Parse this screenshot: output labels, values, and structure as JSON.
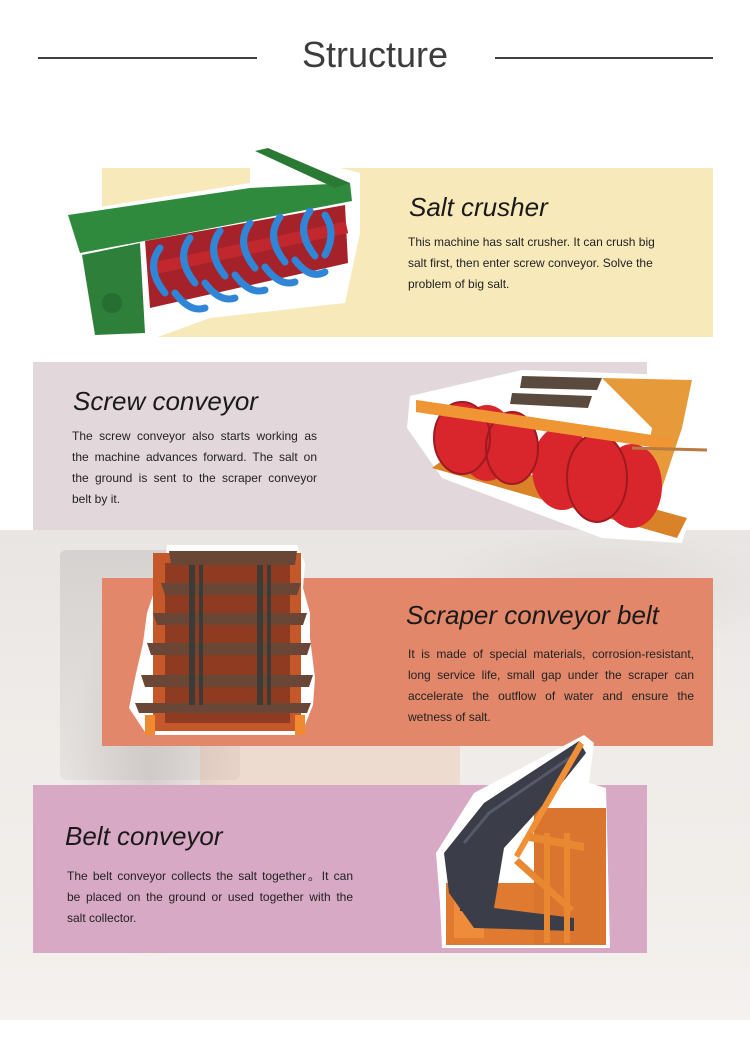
{
  "header": {
    "title": "Structure"
  },
  "sections": [
    {
      "title": "Salt crusher",
      "description": "This machine has salt crusher. It can crush big salt first, then enter screw conveyor. Solve the problem of big salt.",
      "image": "salt-crusher-photo",
      "panel_color": "#F7E9BA"
    },
    {
      "title": "Screw conveyor",
      "description": "The screw conveyor also starts working as the machine advances forward. The salt on the ground is sent to the scraper conveyor belt by it.",
      "image": "screw-conveyor-photo",
      "panel_color": "#E2D7DB"
    },
    {
      "title": "Scraper conveyor belt",
      "description": "It is made of special materials, corrosion-resistant, long service life, small gap under the scraper can accelerate the outflow of water and ensure the wetness of salt.",
      "image": "scraper-conveyor-photo",
      "panel_color": "#E2876A"
    },
    {
      "title": "Belt conveyor",
      "description": "The belt conveyor collects the salt together。It can be placed on the ground or used together with the salt collector.",
      "image": "belt-conveyor-photo",
      "panel_color": "#D7A9C5"
    }
  ]
}
